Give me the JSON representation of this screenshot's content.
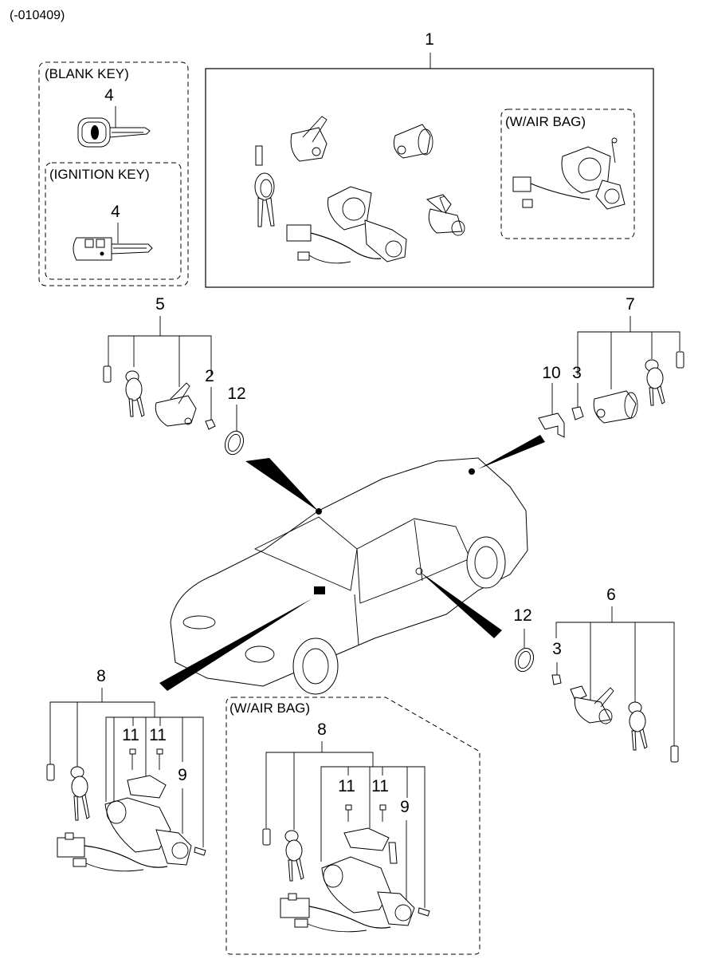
{
  "diagram": {
    "revision_code": "(-010409)",
    "colors": {
      "line": "#000000",
      "background": "#ffffff"
    },
    "groups": {
      "blank_key": {
        "caption": "(BLANK KEY)",
        "callout": "4"
      },
      "ignition_key": {
        "caption": "(IGNITION KEY)",
        "callout": "4"
      },
      "lock_set": {
        "callout": "1",
        "airbag_caption": "(W/AIR BAG)"
      },
      "door_lock_left": {
        "callout": "5",
        "sub_callouts": {
          "clip": "2",
          "ring": "12"
        }
      },
      "trunk_lock": {
        "callout": "7",
        "sub_callouts": {
          "bracket": "10",
          "clip": "3"
        }
      },
      "door_lock_right": {
        "callout": "6",
        "sub_callouts": {
          "clip": "3",
          "ring": "12"
        }
      },
      "ignition_lock": {
        "callout": "8",
        "sub_callouts": {
          "bolt_a": "11",
          "bolt_b": "11",
          "switch": "9"
        }
      },
      "ignition_lock_airbag": {
        "caption": "(W/AIR BAG)",
        "callout": "8",
        "sub_callouts": {
          "bolt_a": "11",
          "bolt_b": "11",
          "switch": "9"
        }
      }
    }
  }
}
